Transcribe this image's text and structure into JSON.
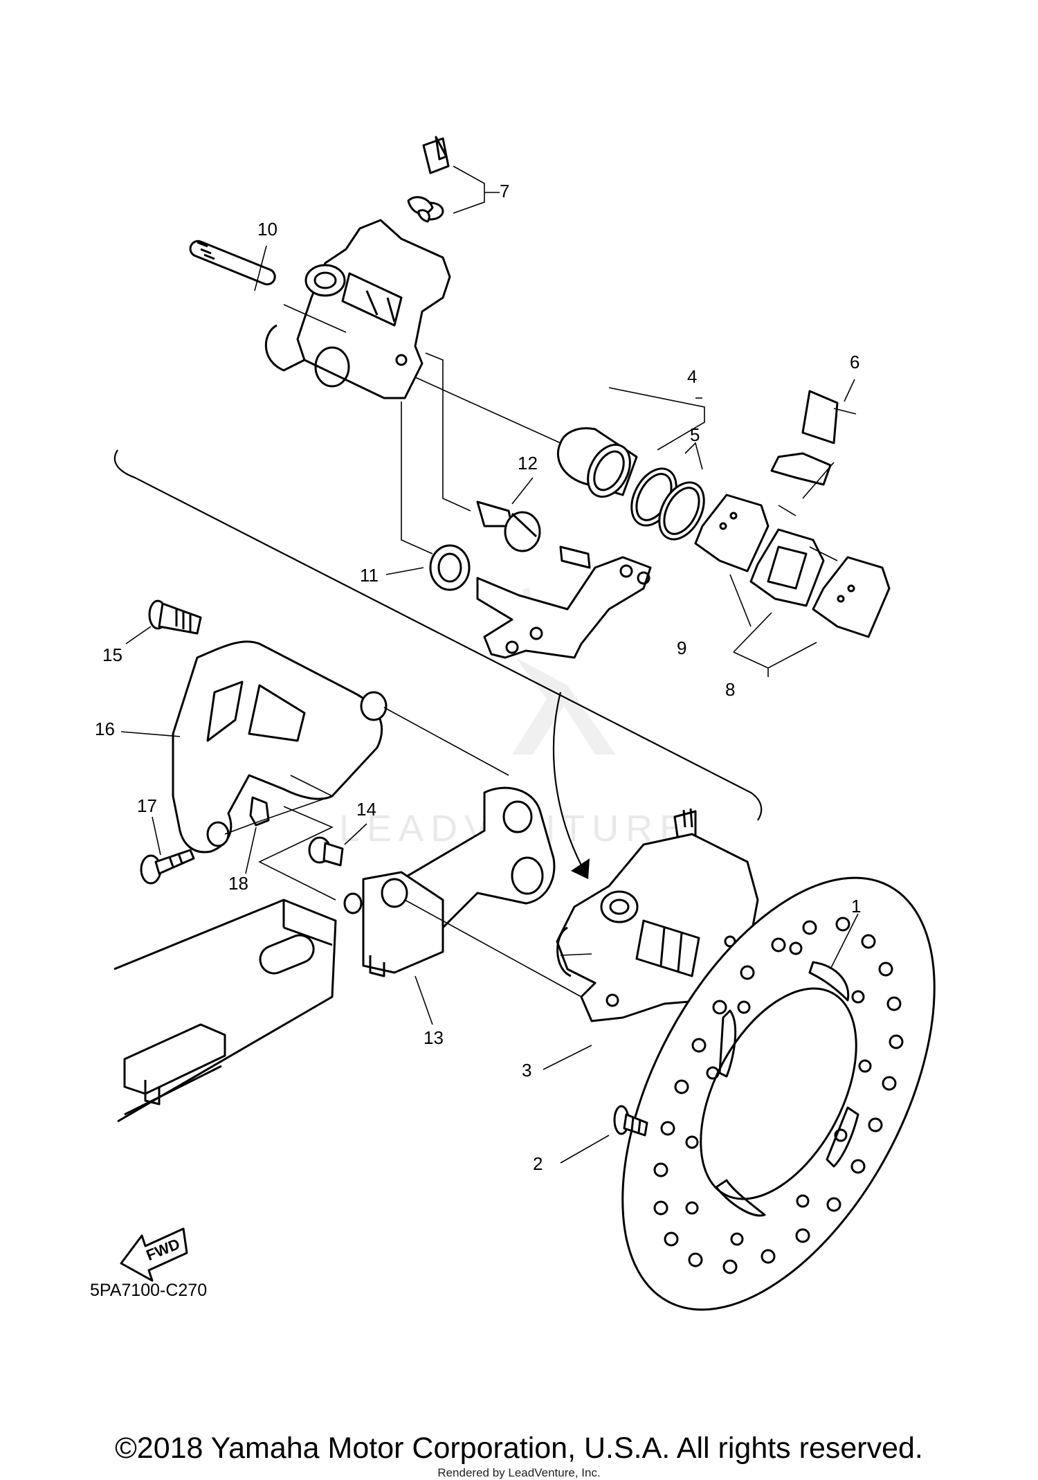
{
  "callouts": [
    "1",
    "2",
    "3",
    "4",
    "5",
    "6",
    "7",
    "8",
    "9",
    "10",
    "11",
    "12",
    "13",
    "14",
    "15",
    "16",
    "17",
    "18"
  ],
  "fwd_label": "FWD",
  "drawing_code": "5PA7100-C270",
  "watermark": "LEADVENTURE",
  "copyright": "©2018 Yamaha Motor Corporation, U.S.A. All rights reserved.",
  "rendered_by": "Rendered by LeadVenture, Inc."
}
